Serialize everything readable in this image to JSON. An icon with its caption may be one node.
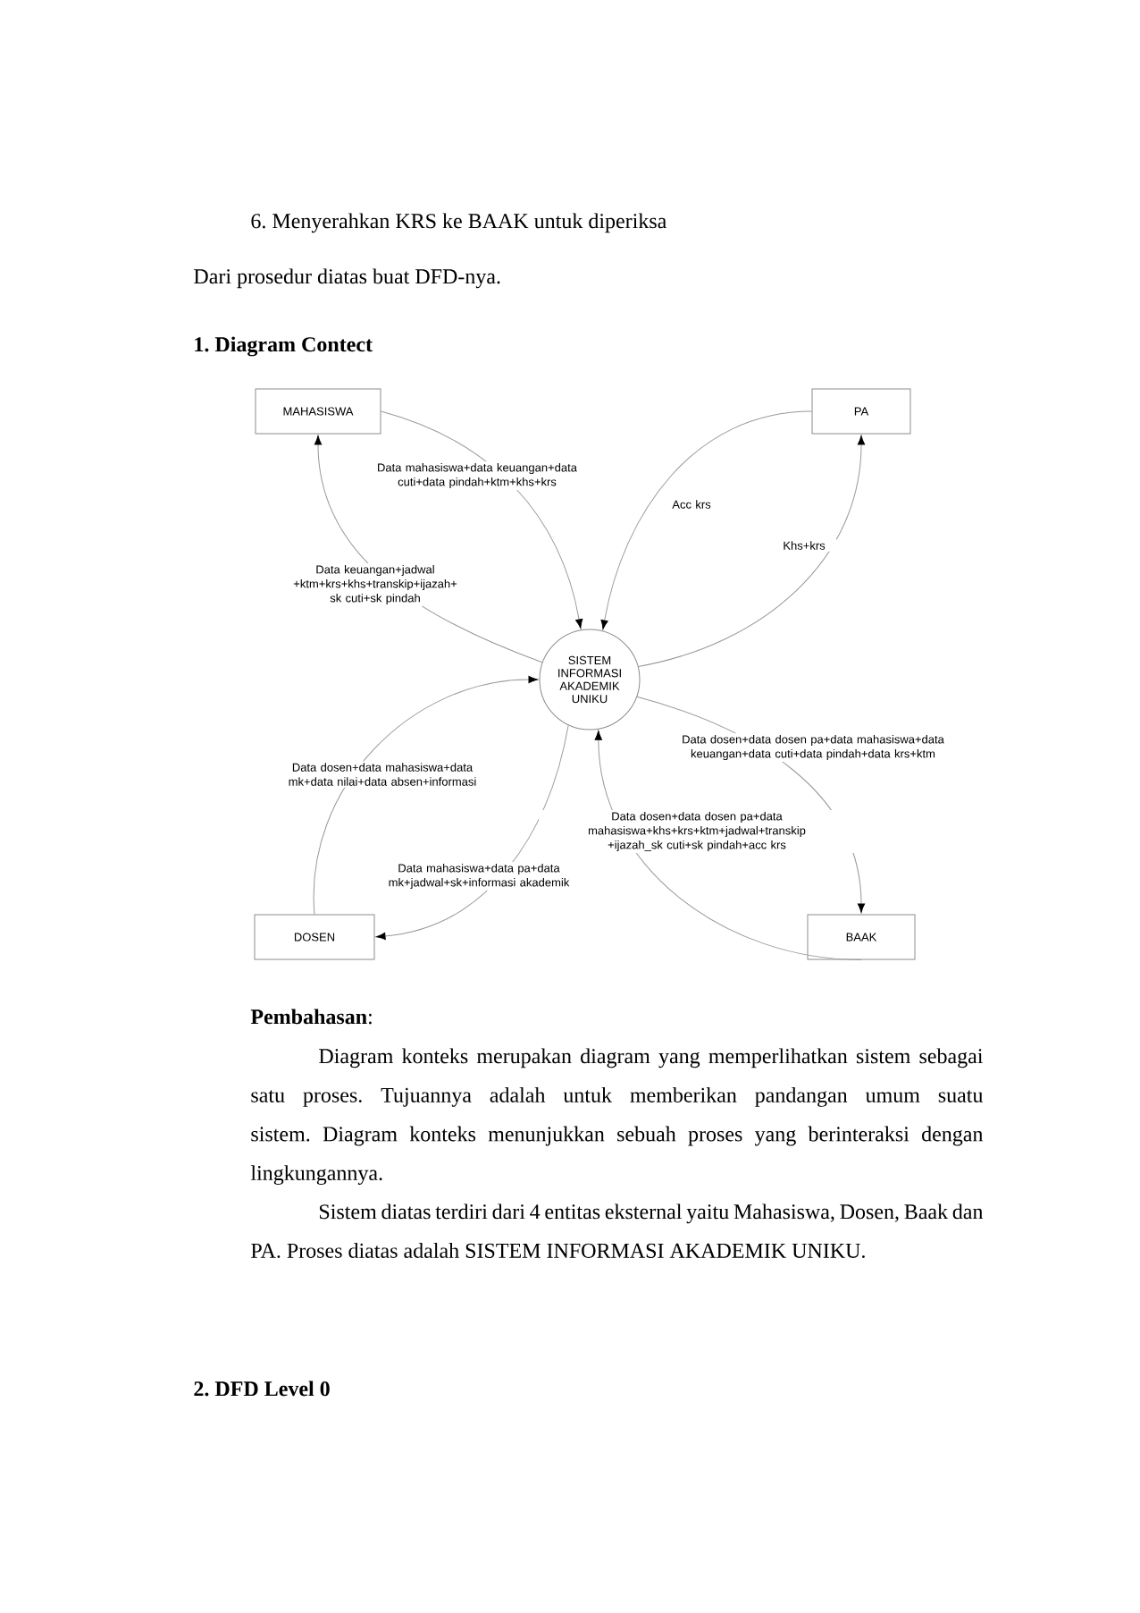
{
  "diagram": {
    "nodes": [
      {
        "text": [
          "MAHASISWA"
        ]
      },
      {
        "text": [
          "PA"
        ]
      },
      {
        "text": [
          "SISTEM INFORMASI AKADEMIK UNIKU"
        ]
      },
      {
        "text": [
          "DOSEN"
        ]
      },
      {
        "text": [
          "BAAK"
        ]
      }
    ],
    "edges": [
      {
        "from": 0,
        "to": 2,
        "arrow": "to",
        "label": "Data mahasiswa+data keuangan+data cuti+data pindah+ktm+khs+krs"
      },
      {
        "from": 2,
        "to": 0,
        "arrow": "to",
        "label": "Data keuangan+jadwal +ktm+krs+khs+transkip+ijazah+ sk cuti+sk pindah"
      },
      {
        "from": 1,
        "to": 2,
        "arrow": "to",
        "label": "Acc krs"
      },
      {
        "from": 2,
        "to": 1,
        "arrow": "to",
        "label": "Khs+krs"
      },
      {
        "from": 2,
        "to": 4,
        "arrow": "to",
        "label": "Data dosen+data dosen pa+data mahasiswa+data keuangan+data cuti+data pindah+data krs+ktm"
      },
      {
        "from": 4,
        "to": 2,
        "arrow": "to",
        "label": "Data dosen+data dosen pa+data mahasiswa+khs+krs+ktm+jadwal+transkip +ijazah_sk cuti+sk pindah+acc krs"
      },
      {
        "from": 3,
        "to": 2,
        "arrow": "to",
        "label": "Data dosen+data mahasiswa+data mk+data nilai+data absen+informasi"
      },
      {
        "from": 2,
        "to": 3,
        "arrow": "to",
        "label": "Data mahasiswa+data pa+data mk+jadwal+sk+informasi akademik"
      }
    ],
    "labels": [
      "6. Menyerahkan KRS ke BAAK untuk diperiksa",
      "Dari prosedur diatas buat DFD-nya.",
      "1. Diagram Contect",
      "**Pembahasan**:",
      "Diagram konteks merupakan diagram yang memperlihatkan sistem sebagai satu proses. Tujuannya adalah untuk memberikan pandangan umum suatu sistem. Diagram konteks menunjukkan sebuah proses yang berinteraksi dengan lingkungannya.",
      "Sistem diatas terdiri dari 4 entitas eksternal yaitu Mahasiswa, Dosen, Baak dan PA. Proses diatas adalah SISTEM INFORMASI AKADEMIK UNIKU.",
      "2. DFD Level 0"
    ]
  }
}
